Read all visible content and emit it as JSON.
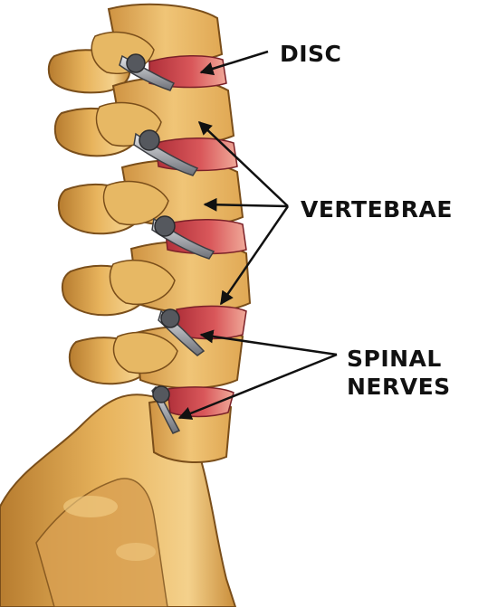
{
  "labels": {
    "disc": "DISC",
    "vertebrae": "VERTEBRAE",
    "spinal_nerves_line1": "SPINAL",
    "spinal_nerves_line2": "NERVES"
  },
  "colors": {
    "bone": "#e3ae57",
    "bone_highlight": "#f6dca0",
    "bone_shadow": "#8a5a1e",
    "disc": "#c8404a",
    "disc_highlight": "#e89a90",
    "nerve": "#7c7f86",
    "nerve_highlight": "#d4d6da",
    "arrow": "#111111"
  }
}
